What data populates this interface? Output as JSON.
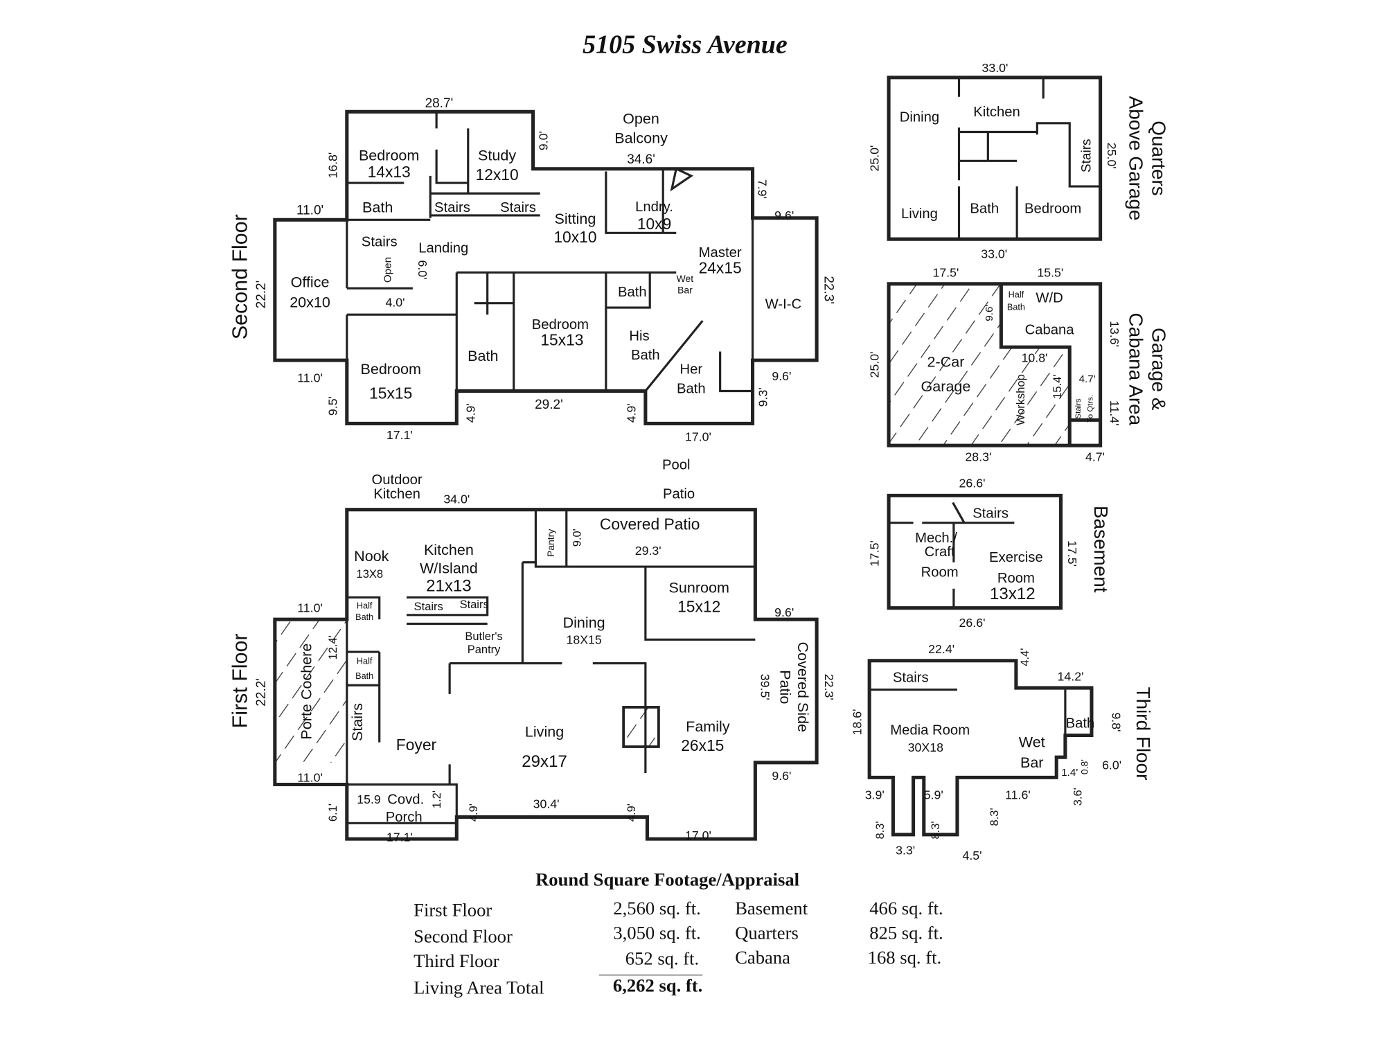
{
  "title": "5105 Swiss Avenue",
  "plans": {
    "second_floor": {
      "labels": [
        "28.7'",
        "Open",
        "Balcony",
        "34.6'",
        "9.0'",
        "Bedroom",
        "14x13",
        "Study",
        "12x10",
        "16.8'",
        "11.0'",
        "Bath",
        "Stairs",
        "Stairs",
        "Sitting",
        "10x10",
        "Lndry.",
        "10x9",
        "7.9'",
        "9.6'",
        "Stairs",
        "Landing",
        "Open",
        "6.0'",
        "Master",
        "24x15",
        "22.3'",
        "Office",
        "20x10",
        "22.2'",
        "4.0'",
        "Bath",
        "Wet",
        "Bar",
        "W-I-C",
        "Bedroom",
        "15x13",
        "His",
        "Bath",
        "Bath",
        "Bedroom",
        "15x15",
        "Her",
        "Bath",
        "11.0'",
        "9.6'",
        "9.5'",
        "4.9'",
        "29.2'",
        "4.9'",
        "9.3'",
        "17.1'",
        "17.0'",
        "Second Floor"
      ]
    },
    "pool_patio": {
      "labels": [
        "Pool",
        "Patio"
      ]
    },
    "first_floor": {
      "labels": [
        "Outdoor",
        "Kitchen",
        "34.0'",
        "Covered Patio",
        "Pantry",
        "9.0'",
        "29.3'",
        "Nook",
        "13X8",
        "Kitchen",
        "W/Island",
        "21x13",
        "Sunroom",
        "15x12",
        "11.0'",
        "Half",
        "Bath",
        "Stairs",
        "Stairs",
        "9.6'",
        "Dining",
        "18X15",
        "Butler's",
        "Pantry",
        "Half",
        "Bath",
        "12.4'",
        "Porte Cochere",
        "22.2'",
        "First Floor",
        "Covered Side",
        "Patio",
        "39.5'",
        "22.3'",
        "Stairs",
        "Foyer",
        "Living",
        "29x17",
        "Family",
        "26x15",
        "11.0'",
        "9.6'",
        "15.9",
        "Covd.",
        "Porch",
        "1.2'",
        "6.1'",
        "4.9'",
        "30.4'",
        "4.9'",
        "17.1'",
        "17.0'"
      ]
    },
    "quarters": {
      "labels": [
        "33.0'",
        "Dining",
        "Kitchen",
        "Stairs",
        "25.0'",
        "25.0'",
        "Living",
        "Bath",
        "Bedroom",
        "33.0'",
        "Quarters",
        "Above Garage"
      ]
    },
    "garage_cabana": {
      "labels": [
        "17.5'",
        "15.5'",
        "Half",
        "Bath",
        "W/D",
        "9.6'",
        "Cabana",
        "13.6'",
        "25.0'",
        "2-Car",
        "Garage",
        "10.8'",
        "Workshop",
        "15.4'",
        "4.7'",
        "Stairs",
        "To Qtrs.",
        "11.4'",
        "28.3'",
        "4.7'",
        "Garage &",
        "Cabana Area"
      ]
    },
    "basement": {
      "labels": [
        "26.6'",
        "Stairs",
        "Mech./",
        "Craft",
        "Room",
        "17.5'",
        "Exercise",
        "Room",
        "13x12",
        "17.5'",
        "26.6'",
        "Basement"
      ]
    },
    "third_floor": {
      "labels": [
        "22.4'",
        "4.4'",
        "Stairs",
        "14.2'",
        "18.6'",
        "Media Room",
        "30X18",
        "Bath",
        "9.8'",
        "Wet",
        "Bar",
        "1.4'",
        "0.8'",
        "6.0'",
        "3.6'",
        "3.9'",
        "5.9'",
        "11.6'",
        "8.3'",
        "8.3'",
        "8.3'",
        "3.3'",
        "4.5'",
        "Third Floor"
      ]
    }
  },
  "footage": {
    "title": "Round Square Footage/Appraisal",
    "left": [
      {
        "label": "First Floor",
        "value": "2,560 sq. ft."
      },
      {
        "label": "Second Floor",
        "value": "3,050 sq. ft."
      },
      {
        "label": "Third Floor",
        "value": "652 sq. ft."
      }
    ],
    "right": [
      {
        "label": "Basement",
        "value": "466 sq. ft."
      },
      {
        "label": "Quarters",
        "value": "825 sq. ft."
      },
      {
        "label": "Cabana",
        "value": "168 sq. ft."
      }
    ],
    "total_label": "Living Area Total",
    "total_value": "6,262 sq. ft."
  }
}
